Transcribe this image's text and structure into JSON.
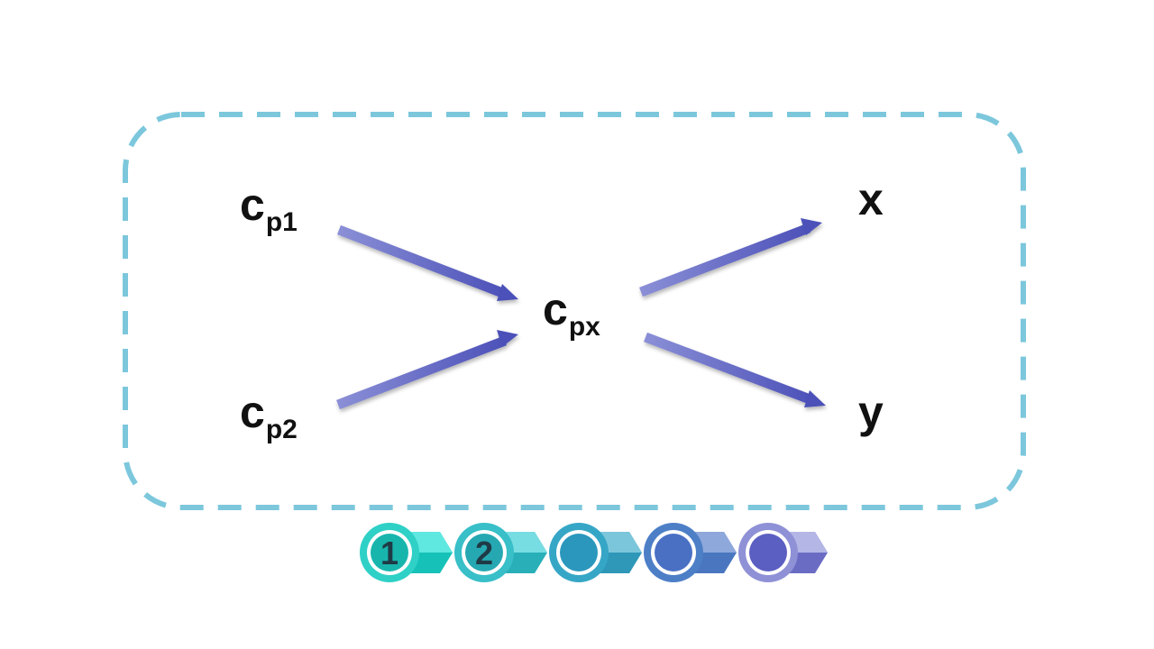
{
  "nodes": {
    "cp1": {
      "base": "c",
      "sub": "p1"
    },
    "cp2": {
      "base": "c",
      "sub": "p2"
    },
    "cpx": {
      "base": "c",
      "sub": "px"
    },
    "x": {
      "label": "x"
    },
    "y": {
      "label": "y"
    }
  },
  "steps": [
    {
      "number": "1",
      "color": "#2fd0c6"
    },
    {
      "number": "2",
      "color": "#38bfc8"
    },
    {
      "number": "",
      "color": "#36a6c6"
    },
    {
      "number": "",
      "color": "#4d7fc7"
    },
    {
      "number": "",
      "color": "#6e73c9"
    }
  ],
  "colors": {
    "frame": "#7cc7dc",
    "arrow": "#5b60c0"
  }
}
